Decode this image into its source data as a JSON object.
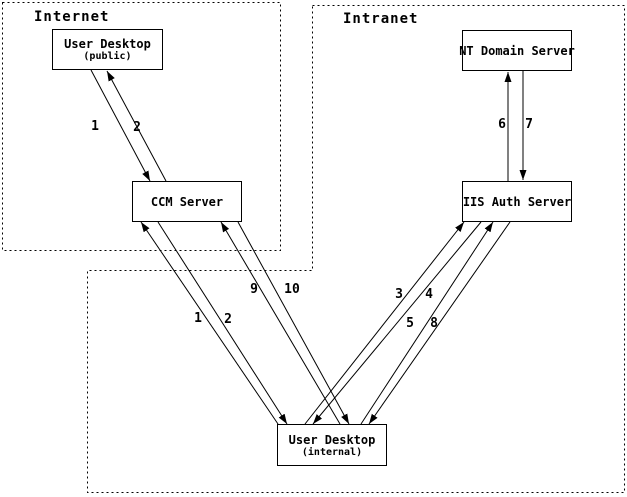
{
  "diagram": {
    "zones": {
      "internet": {
        "label": "Internet"
      },
      "intranet": {
        "label": "Intranet"
      }
    },
    "nodes": {
      "user_desktop_public": {
        "label": "User Desktop",
        "sublabel": "(public)"
      },
      "ccm_server": {
        "label": "CCM Server"
      },
      "nt_domain_server": {
        "label": "NT Domain Server"
      },
      "iis_auth_server": {
        "label": "IIS Auth Server"
      },
      "user_desktop_internal": {
        "label": "User Desktop",
        "sublabel": "(internal)"
      }
    },
    "arrows": {
      "public_desktop_to_ccm": {
        "label": "1"
      },
      "ccm_to_public_desktop": {
        "label": "2"
      },
      "internal_desktop_to_ccm_1": {
        "label": "1"
      },
      "ccm_to_internal_desktop_2": {
        "label": "2"
      },
      "internal_desktop_to_iis_3": {
        "label": "3"
      },
      "iis_to_internal_desktop_4": {
        "label": "4"
      },
      "internal_desktop_to_iis_5": {
        "label": "5"
      },
      "iis_to_nt_domain_6": {
        "label": "6"
      },
      "nt_domain_to_iis_7": {
        "label": "7"
      },
      "iis_to_internal_desktop_8": {
        "label": "8"
      },
      "internal_desktop_to_ccm_9": {
        "label": "9"
      },
      "ccm_to_internal_desktop_10": {
        "label": "10"
      }
    },
    "colors": {
      "line": "#000000",
      "background": "#ffffff"
    }
  }
}
